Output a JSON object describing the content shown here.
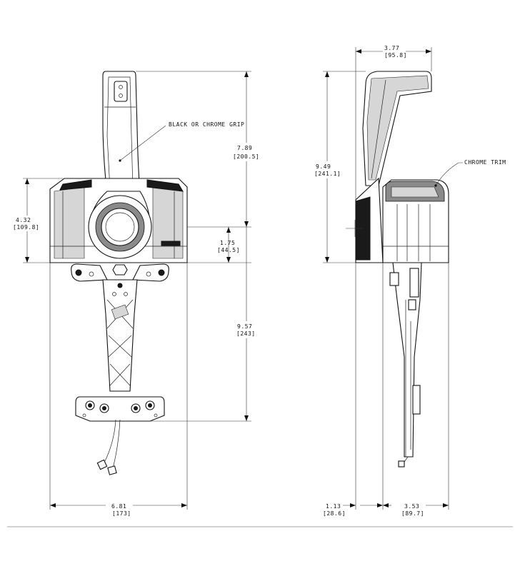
{
  "labels": {
    "callout_grip": "BLACK OR CHROME GRIP",
    "callout_trim": "CHROME TRIM"
  },
  "dimensions": {
    "front_height_in": "7.89",
    "front_height_mm": "[200.5]",
    "front_body_in": "4.32",
    "front_body_mm": "[109.8]",
    "front_hub_in": "1.75",
    "front_hub_mm": "[44.5]",
    "front_lower_in": "9.57",
    "front_lower_mm": "[243]",
    "front_width_in": "6.81",
    "front_width_mm": "[173]",
    "side_top_in": "3.77",
    "side_top_mm": "[95.8]",
    "side_height_in": "9.49",
    "side_height_mm": "[241.1]",
    "side_offset_in": "1.13",
    "side_offset_mm": "[28.6]",
    "side_depth_in": "3.53",
    "side_depth_mm": "[89.7]"
  },
  "colors": {
    "line": "#111111",
    "fill_dark": "#1a1a1a",
    "fill_mid": "#8a8a8a"
  }
}
